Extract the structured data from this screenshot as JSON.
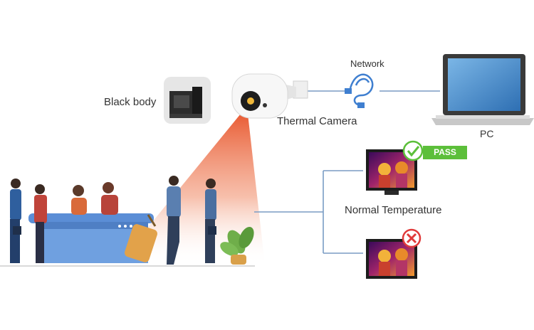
{
  "labels": {
    "black_body": "Black body",
    "thermal_camera": "Thermal Camera",
    "network": "Network",
    "pc": "PC",
    "normal_temperature": "Normal Temperature",
    "pass": "PASS"
  },
  "colors": {
    "connector": "#7a9cc4",
    "beam": "#e8542a",
    "pass_green": "#5cbf3a",
    "fail_red": "#e03a3a",
    "counter_blue": "#5b8ed6",
    "person_blue": "#2f5f9e"
  },
  "icons": [
    "black-body-icon",
    "thermal-camera-icon",
    "network-cable-icon",
    "laptop-icon",
    "check-icon",
    "cross-icon",
    "suitcase-icon",
    "plant-icon"
  ]
}
